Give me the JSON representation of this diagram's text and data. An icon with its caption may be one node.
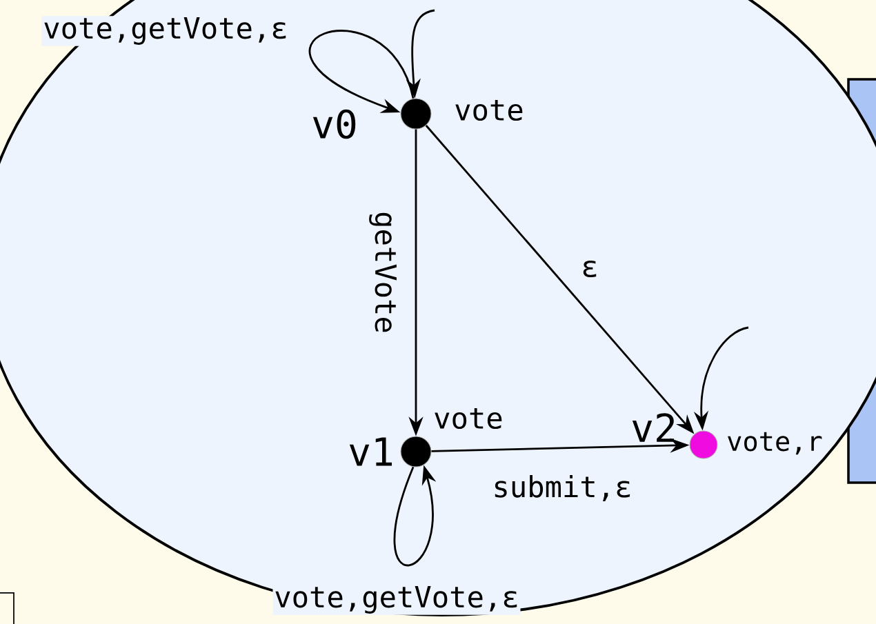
{
  "diagram": {
    "nodes": [
      {
        "text": [],
        "shape": "circle",
        "beside": [
          "v0",
          "vote"
        ]
      },
      {
        "text": [],
        "shape": "circle",
        "beside": [
          "v1",
          "vote"
        ]
      },
      {
        "text": [],
        "shape": "circle",
        "beside": [
          "v2",
          "vote,r"
        ]
      }
    ],
    "edges": [
      {
        "from": null,
        "to": 0,
        "arrow": "to"
      },
      {
        "from": 0,
        "to": 0,
        "arrow": "to",
        "label": "vote,getVote,ε"
      },
      {
        "from": 0,
        "to": 1,
        "arrow": "to",
        "label": "getVote"
      },
      {
        "from": 0,
        "to": 2,
        "arrow": "to",
        "label": "ε"
      },
      {
        "from": 1,
        "to": 1,
        "arrow": "to",
        "label": "vote,getVote,ε"
      },
      {
        "from": 1,
        "to": 2,
        "arrow": "to",
        "label": "submit,ε"
      },
      {
        "from": null,
        "to": 2,
        "arrow": "to"
      }
    ]
  }
}
